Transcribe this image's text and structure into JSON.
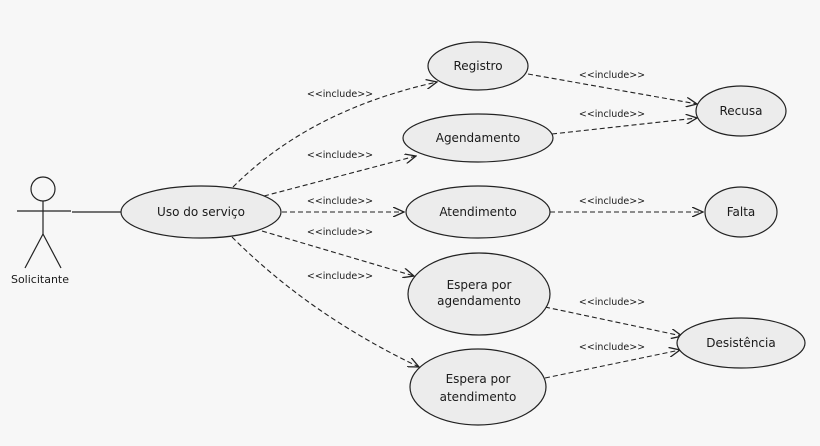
{
  "actor": {
    "label": "Solicitante"
  },
  "use_cases": {
    "uso": "Uso do serviço",
    "registro": "Registro",
    "agendamento": "Agendamento",
    "atendimento": "Atendimento",
    "espera_agendamento": [
      "Espera por",
      "agendamento"
    ],
    "espera_atendimento": [
      "Espera por",
      "atendimento"
    ],
    "recusa": "Recusa",
    "falta": "Falta",
    "desistencia": "Desistência"
  },
  "relation_label": "<<include>>",
  "relations": [
    {
      "from": "uso",
      "to": "registro",
      "label": "<<include>>"
    },
    {
      "from": "uso",
      "to": "agendamento",
      "label": "<<include>>"
    },
    {
      "from": "uso",
      "to": "atendimento",
      "label": "<<include>>"
    },
    {
      "from": "uso",
      "to": "espera_agendamento",
      "label": "<<include>>"
    },
    {
      "from": "uso",
      "to": "espera_atendimento",
      "label": "<<include>>"
    },
    {
      "from": "registro",
      "to": "recusa",
      "label": "<<include>>"
    },
    {
      "from": "agendamento",
      "to": "recusa",
      "label": "<<include>>"
    },
    {
      "from": "atendimento",
      "to": "falta",
      "label": "<<include>>"
    },
    {
      "from": "espera_agendamento",
      "to": "desistencia",
      "label": "<<include>>"
    },
    {
      "from": "espera_atendimento",
      "to": "desistencia",
      "label": "<<include>>"
    }
  ]
}
